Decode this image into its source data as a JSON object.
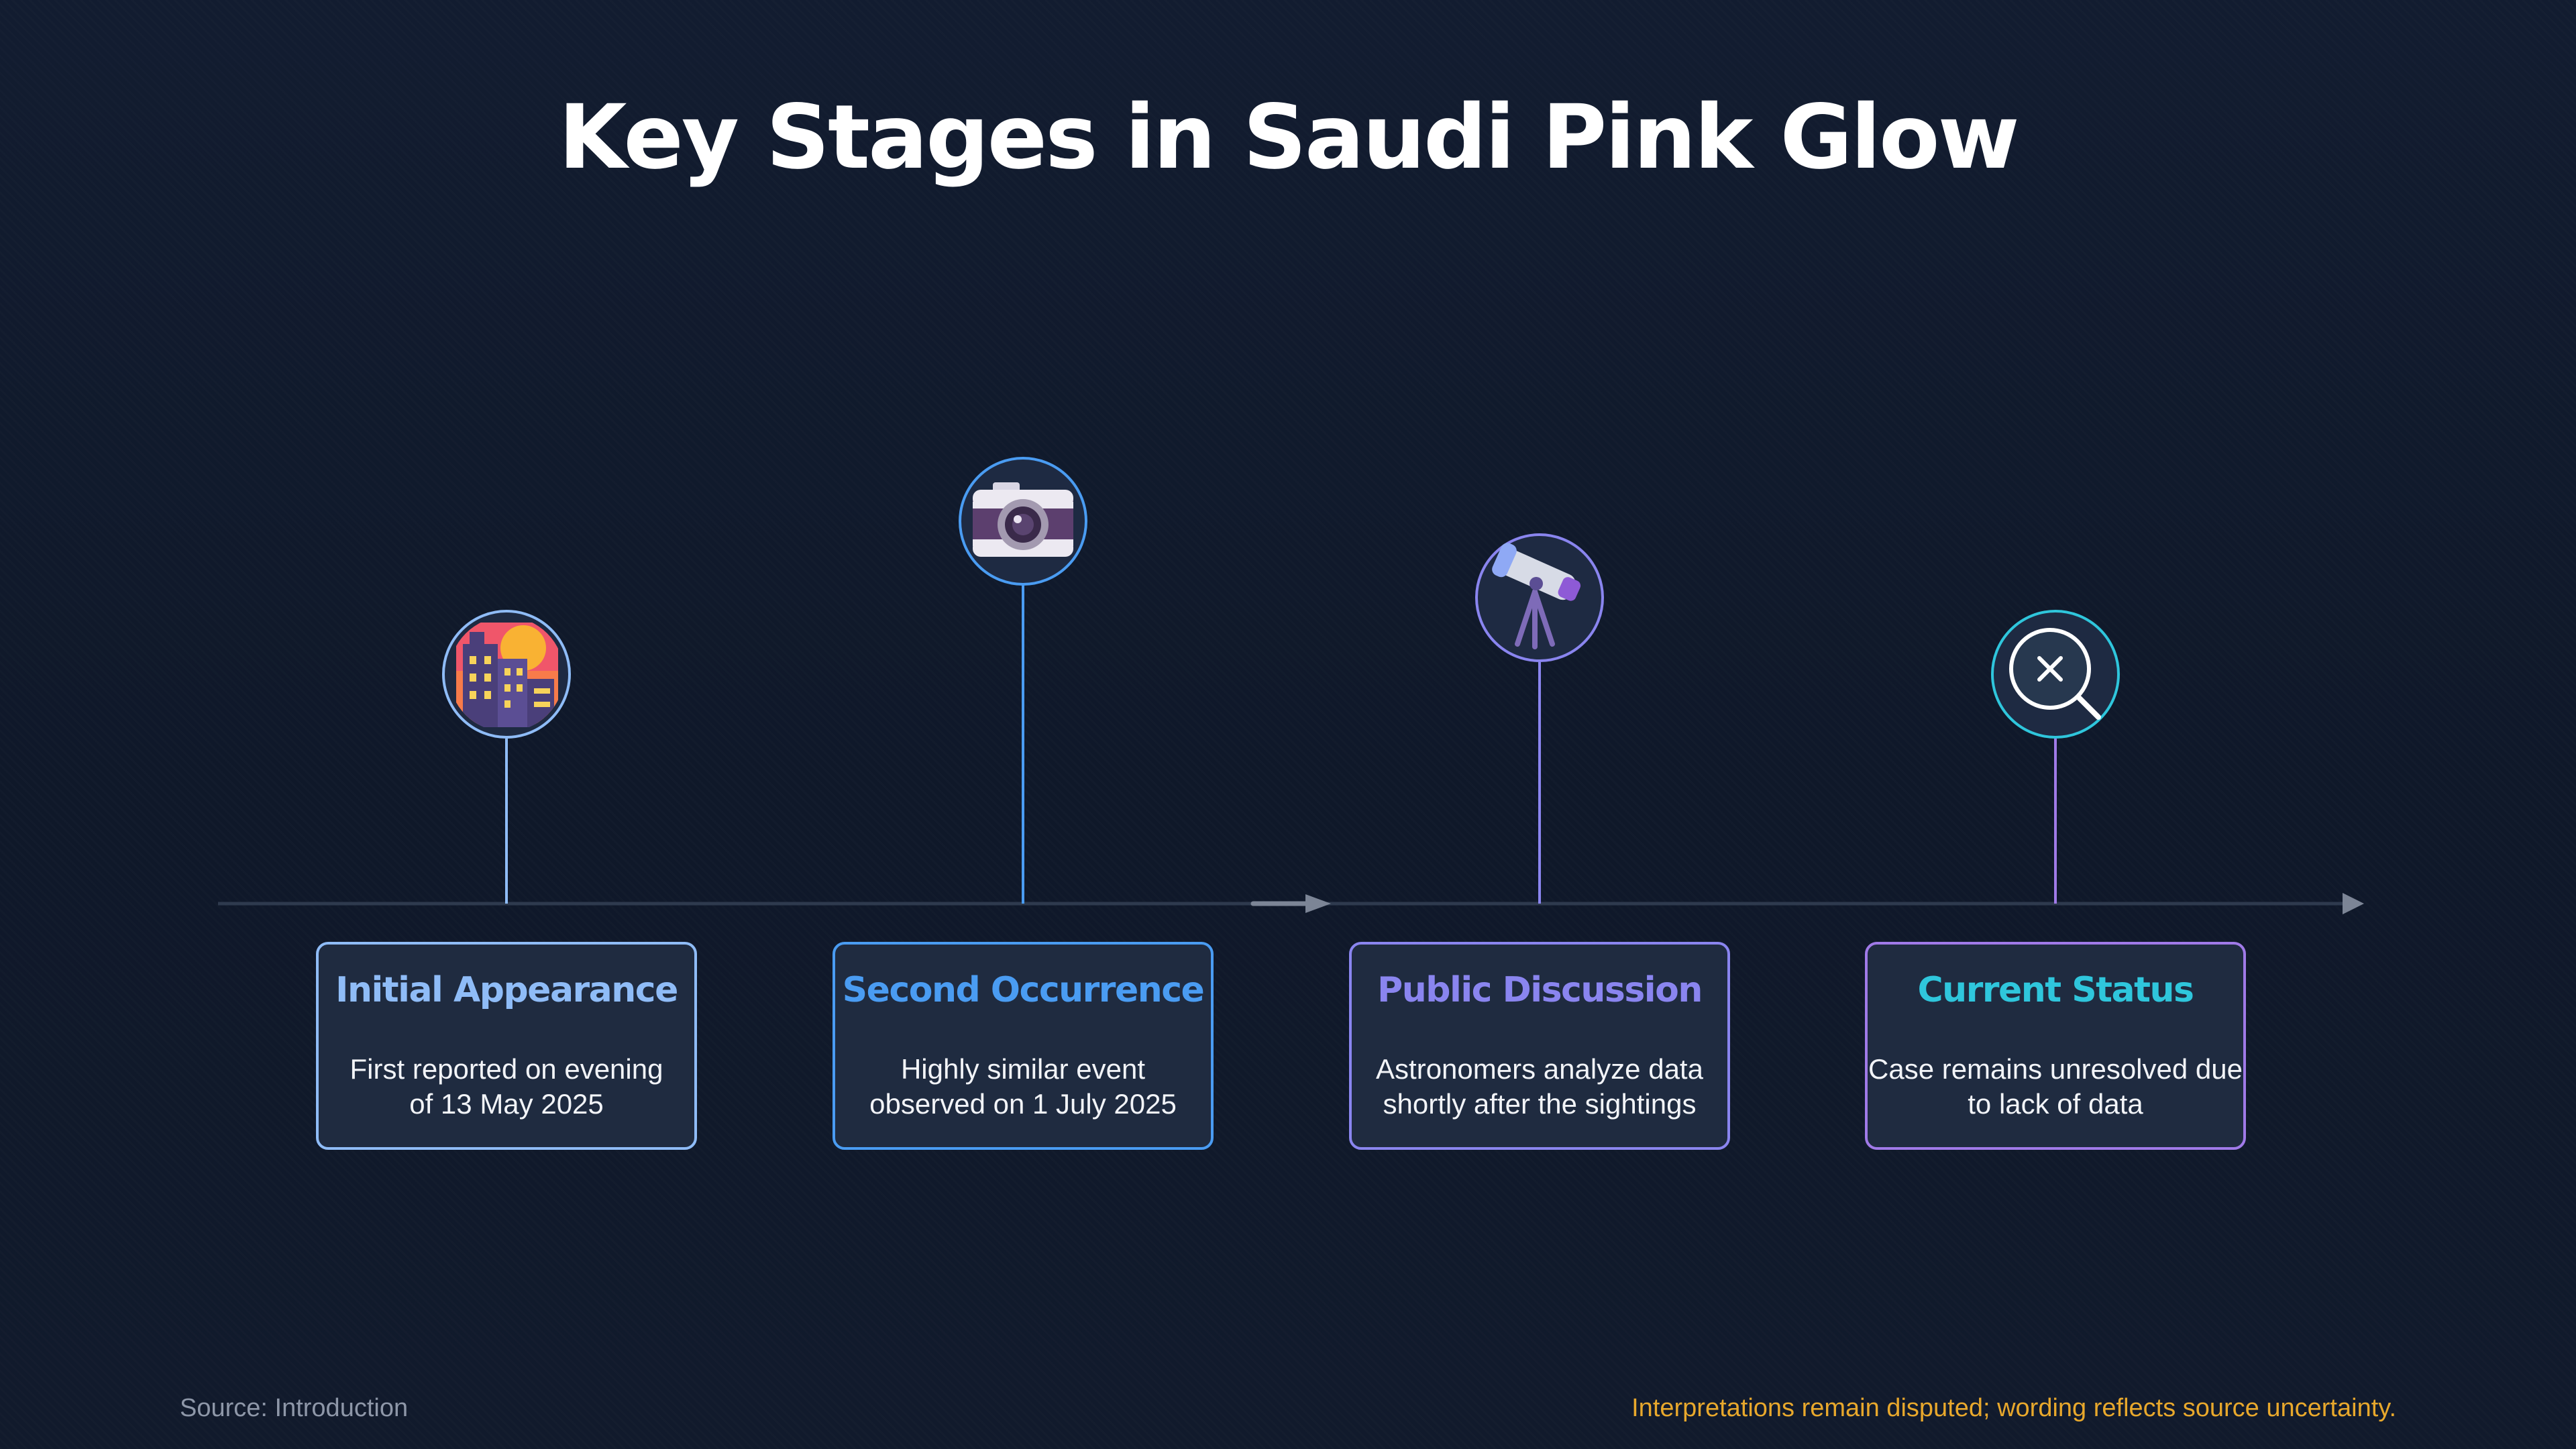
{
  "title": "Key Stages in Saudi Pink Glow",
  "stages": [
    {
      "title": "Initial Appearance",
      "description": "First reported on evening\nof 13 May 2025",
      "icon": "cityscape-sunset-icon",
      "color": "#8fbcf7"
    },
    {
      "title": "Second Occurrence",
      "description": "Highly similar event\nobserved on 1 July 2025",
      "icon": "camera-icon",
      "color": "#4a9cf2"
    },
    {
      "title": "Public Discussion",
      "description": "Astronomers analyze data\nshortly after the sightings",
      "icon": "telescope-icon",
      "color": "#8a85ef"
    },
    {
      "title": "Current Status",
      "description": "Case remains unresolved due\nto lack of data",
      "icon": "search-x-icon",
      "color": "#2fc6dc"
    }
  ],
  "footer": {
    "source": "Source: Introduction",
    "note": "Interpretations remain disputed; wording reflects source uncertainty."
  },
  "colors": {
    "background": "#111a2e",
    "card_background": "#1f2b40",
    "axis": "#2e3a4e",
    "note": "#e8a82c"
  }
}
